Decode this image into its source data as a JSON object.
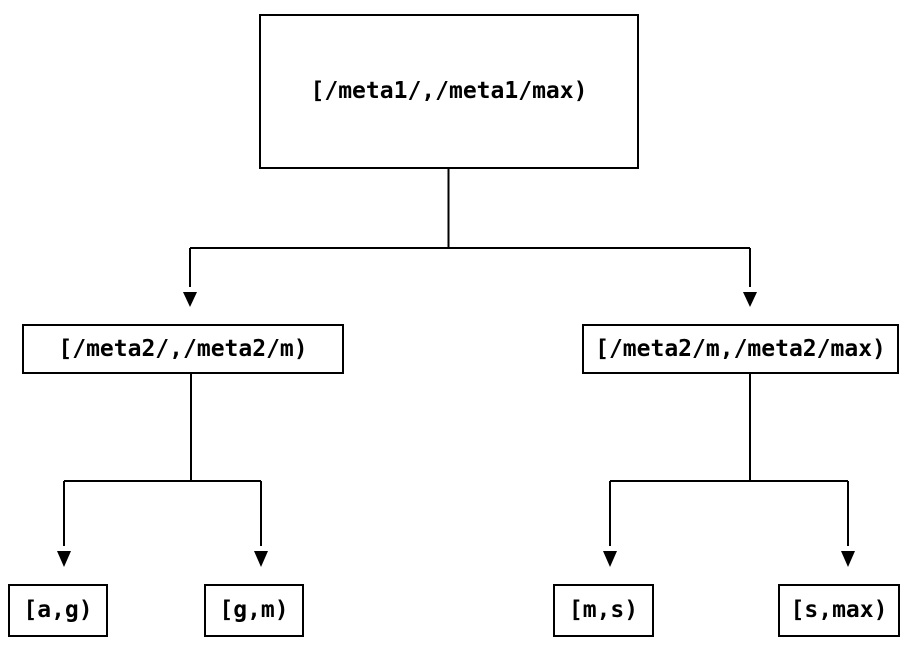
{
  "diagram": {
    "background_color": "#ffffff",
    "line_color": "#000000",
    "text_color": "#000000",
    "nodes": {
      "root": {
        "label": "[/meta1/,/meta1/max)"
      },
      "meta2_left": {
        "label": "[/meta2/,/meta2/m)"
      },
      "meta2_right": {
        "label": "[/meta2/m,/meta2/max)"
      },
      "leaf_ag": {
        "label": "[a,g)"
      },
      "leaf_gm": {
        "label": "[g,m)"
      },
      "leaf_ms": {
        "label": "[m,s)"
      },
      "leaf_smax": {
        "label": "[s,max)"
      }
    },
    "edges": [
      {
        "from": "root",
        "to": "meta2_left"
      },
      {
        "from": "root",
        "to": "meta2_right"
      },
      {
        "from": "meta2_left",
        "to": "leaf_ag"
      },
      {
        "from": "meta2_left",
        "to": "leaf_gm"
      },
      {
        "from": "meta2_right",
        "to": "leaf_ms"
      },
      {
        "from": "meta2_right",
        "to": "leaf_smax"
      }
    ]
  }
}
